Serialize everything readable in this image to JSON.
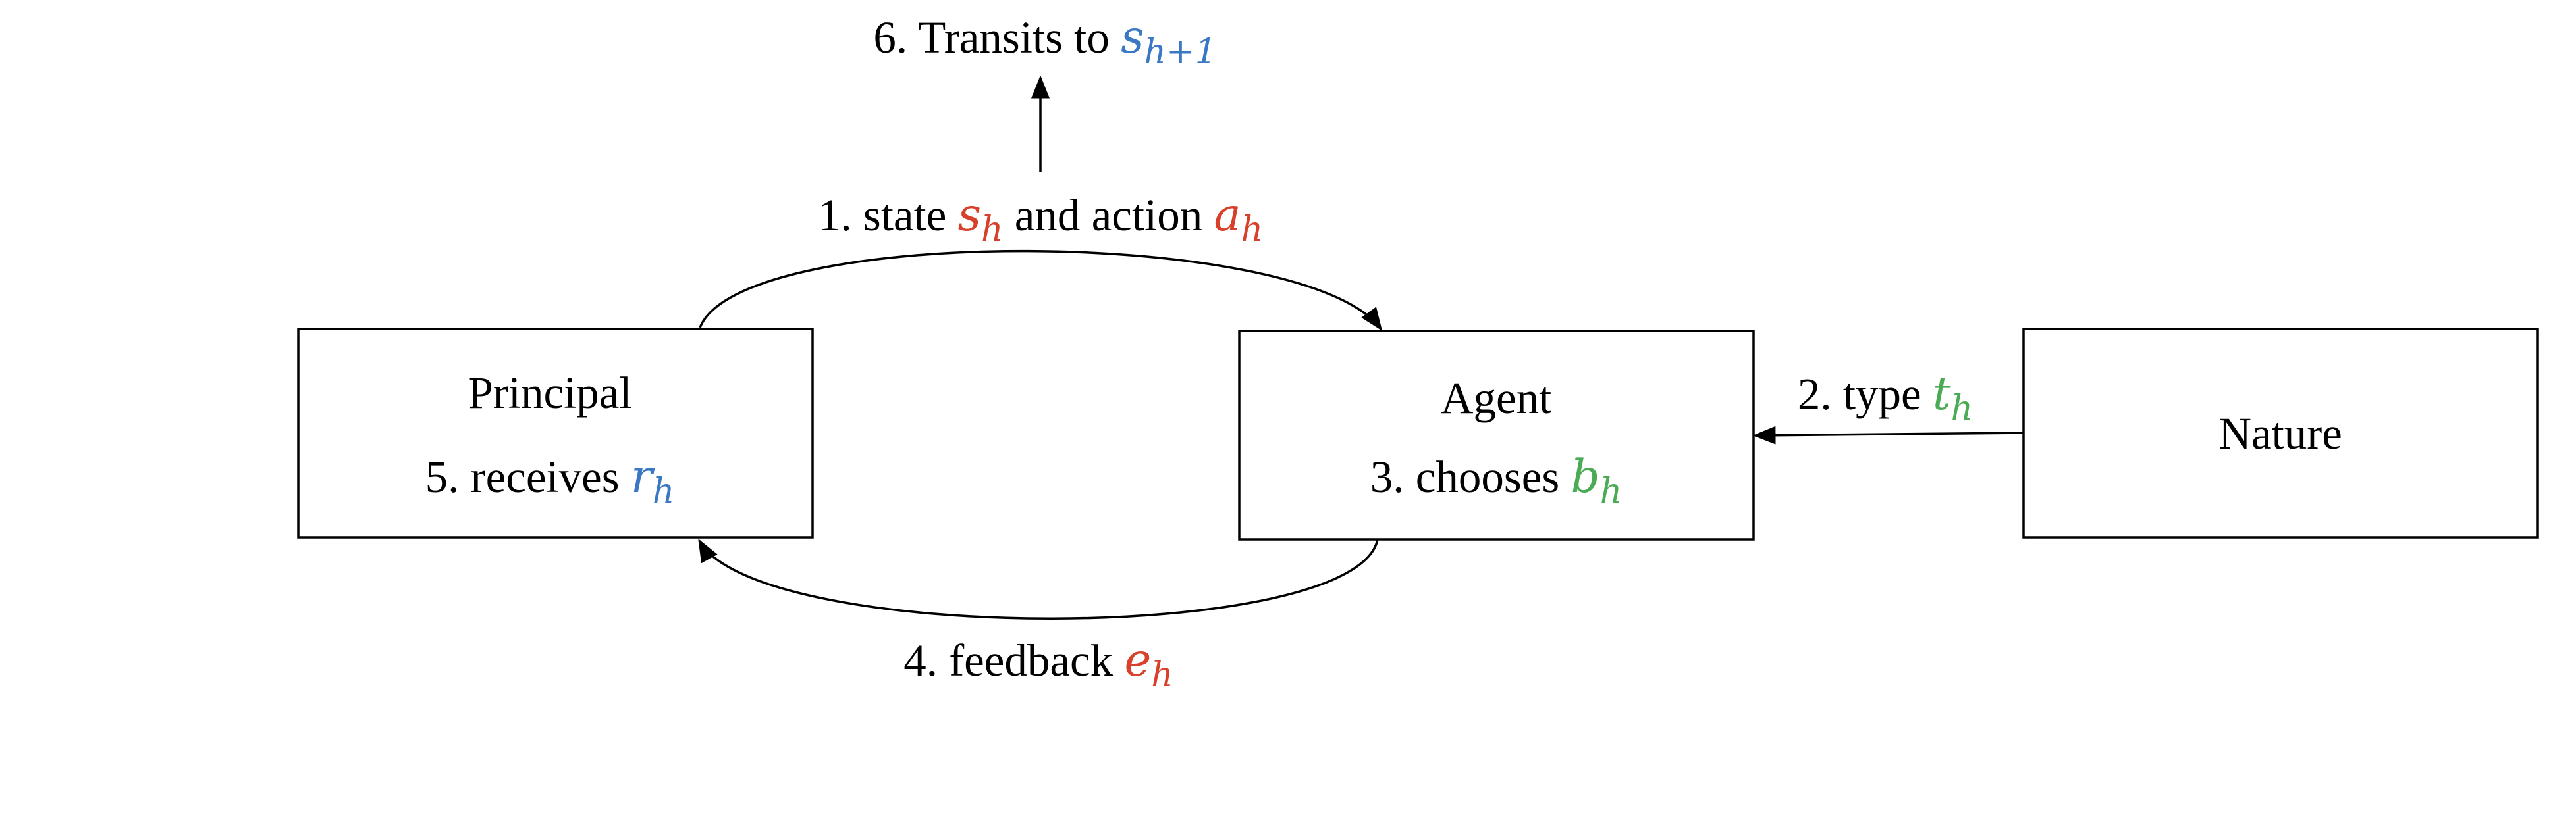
{
  "colors": {
    "red": "#d9402b",
    "blue": "#3b78c3",
    "green": "#4bab54",
    "line": "#000000"
  },
  "nodes": {
    "principal": {
      "title": "Principal",
      "line2_prefix": "5. receives ",
      "var": "r",
      "sub": "h"
    },
    "agent": {
      "title": "Agent",
      "line2_prefix": "3. chooses ",
      "var": "b",
      "sub": "h"
    },
    "nature": {
      "title": "Nature"
    }
  },
  "edges": {
    "state_action": {
      "prefix": "1. state ",
      "var1": "s",
      "sub1": "h",
      "middle": " and action ",
      "var2": "a",
      "sub2": "h"
    },
    "type": {
      "prefix": "2. type ",
      "var": "t",
      "sub": "h"
    },
    "feedback": {
      "prefix": "4. feedback ",
      "var": "e",
      "sub": "h"
    },
    "transit": {
      "prefix": "6. Transits to ",
      "var": "s",
      "sub": "h+1"
    }
  }
}
